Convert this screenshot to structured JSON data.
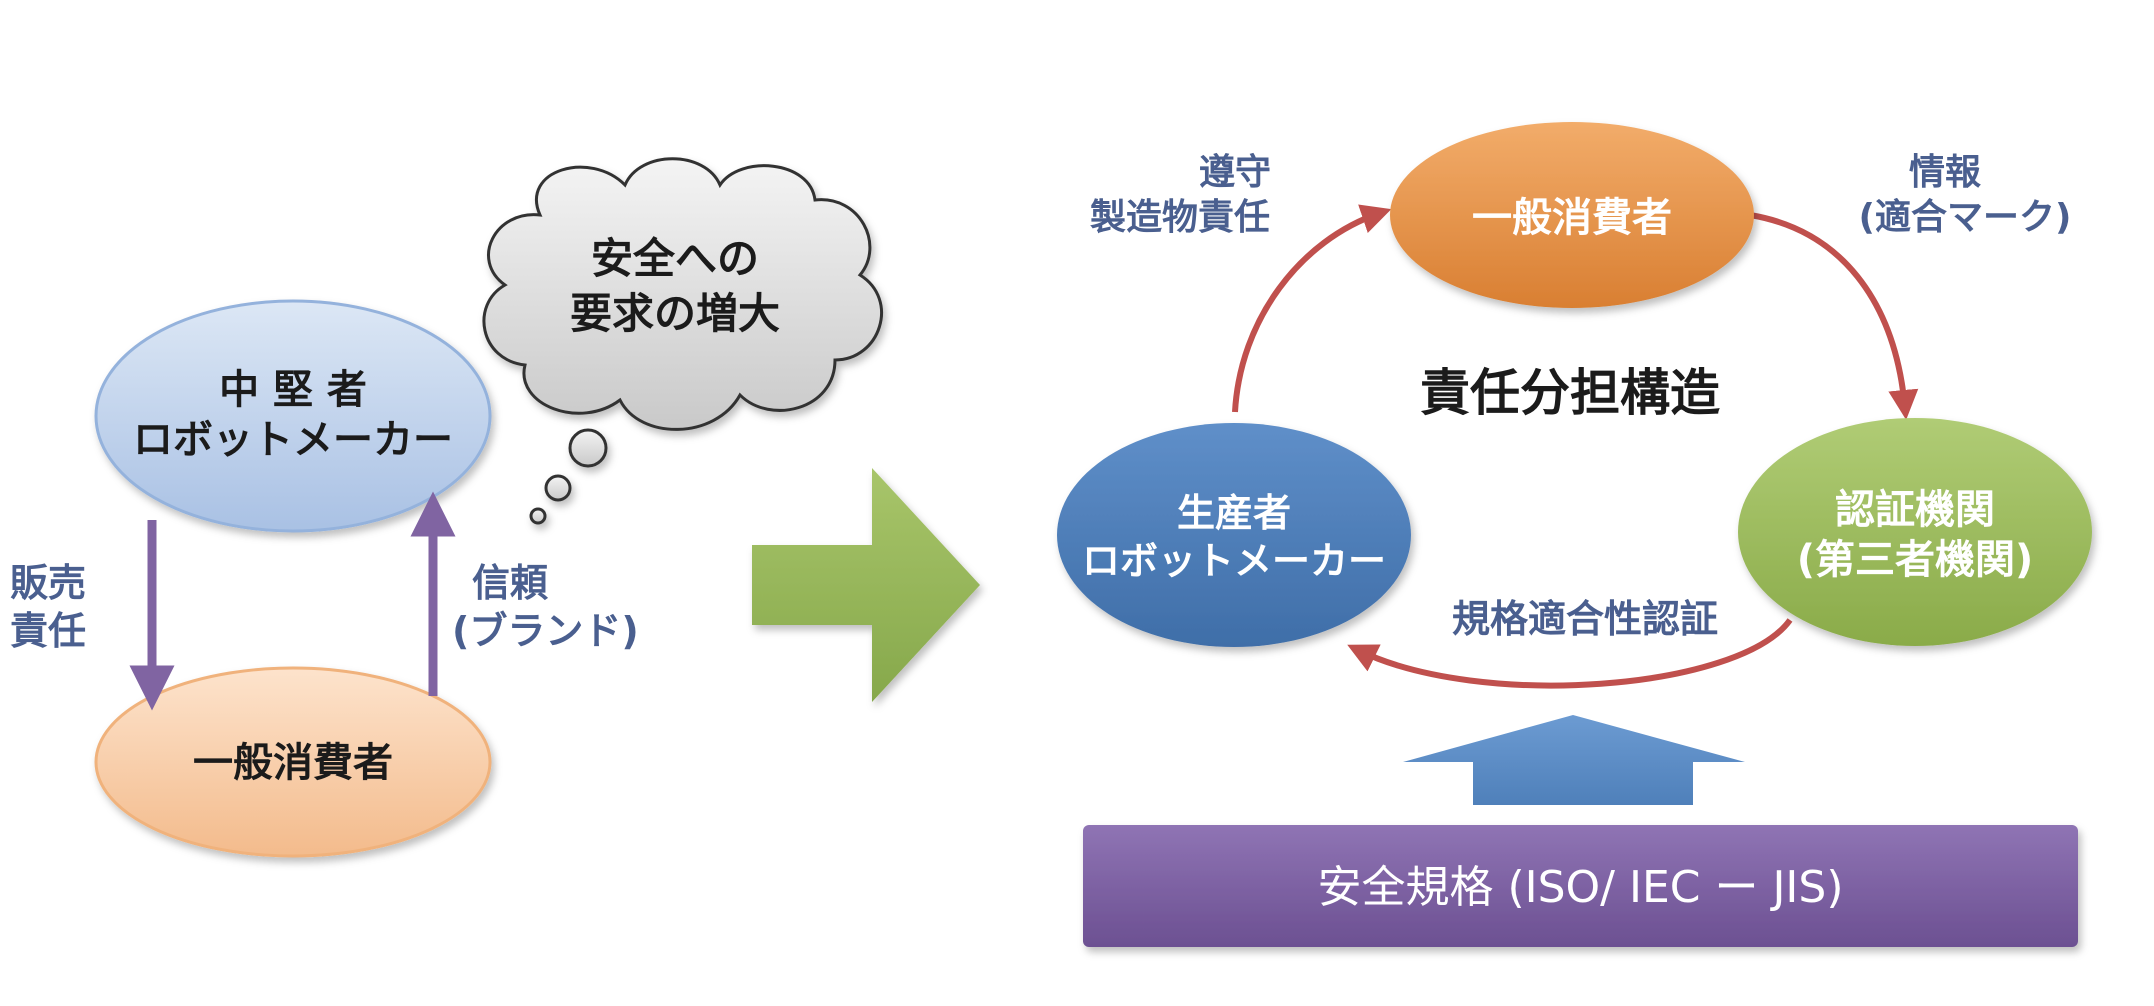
{
  "colors": {
    "left_maker": "#b8cdea",
    "left_consumer": "#f7c9a2",
    "cloud": "#d9d9d9",
    "big_arrow": "#9bbb59",
    "consumer": "#e8954b",
    "maker": "#4f81bd",
    "certifier": "#9bbb59",
    "standards": "#7f62a6",
    "up_arrow": "#5b8cc6",
    "cycle_arrow": "#c0504d",
    "vertical_arrow": "#8064a2"
  },
  "left": {
    "maker_line1": "中 堅 者",
    "maker_line2": "ロボットメーカー",
    "consumer": "一般消費者",
    "thought_line1": "安全への",
    "thought_line2": "要求の増大",
    "sales_line1": "販売",
    "sales_line2": "責任",
    "trust_line1": "信頼",
    "trust_line2": "(ブランド)"
  },
  "right": {
    "consumer": "一般消費者",
    "maker_line1": "生産者",
    "maker_line2": "ロボットメーカー",
    "certifier_line1": "認証機関",
    "certifier_line2": "(第三者機関)",
    "center_title": "責任分担構造",
    "liability_line1": "遵守",
    "liability_line2": "製造物責任",
    "info_line1": "情報",
    "info_line2": "(適合マーク)",
    "certification": "規格適合性認証",
    "standards": "安全規格 (ISO/ IEC ー JIS)"
  }
}
